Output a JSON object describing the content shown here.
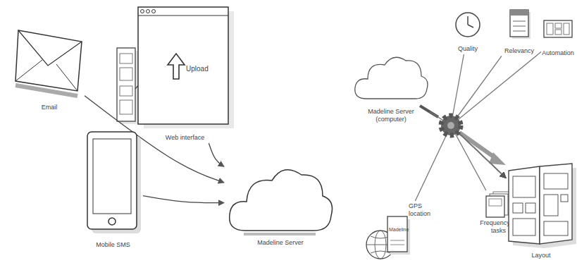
{
  "diagram": {
    "nodes": [
      {
        "text": [
          "Email"
        ]
      },
      {
        "text": [
          "Web interface"
        ]
      },
      {
        "text": [
          "Mobile SMS"
        ]
      },
      {
        "text": [
          "Madeline Server"
        ]
      },
      {
        "text": [
          "Madeline Server (computer)"
        ]
      },
      {
        "text": [
          "Quality"
        ]
      },
      {
        "text": [
          "Relevancy"
        ]
      },
      {
        "text": [
          "Automation"
        ]
      },
      {
        "text": [
          "GPS location"
        ]
      },
      {
        "text": [
          "Frequency of tasks"
        ]
      },
      {
        "text": [
          "Layout"
        ]
      }
    ],
    "edges": [
      {
        "from": 0,
        "to": 3,
        "arrow": "to"
      },
      {
        "from": 1,
        "to": 3,
        "arrow": "to"
      },
      {
        "from": 2,
        "to": 3,
        "arrow": "to"
      },
      {
        "from": 4,
        "to": 10,
        "arrow": "to"
      },
      {
        "from": 5,
        "to": 10,
        "arrow": "to"
      },
      {
        "from": 6,
        "to": 10,
        "arrow": "to"
      },
      {
        "from": 7,
        "to": 10,
        "arrow": "to"
      },
      {
        "from": 8,
        "to": 10,
        "arrow": "to"
      },
      {
        "from": 9,
        "to": 10,
        "arrow": "to"
      }
    ],
    "labels": [
      "Upload",
      "Madeline"
    ]
  }
}
